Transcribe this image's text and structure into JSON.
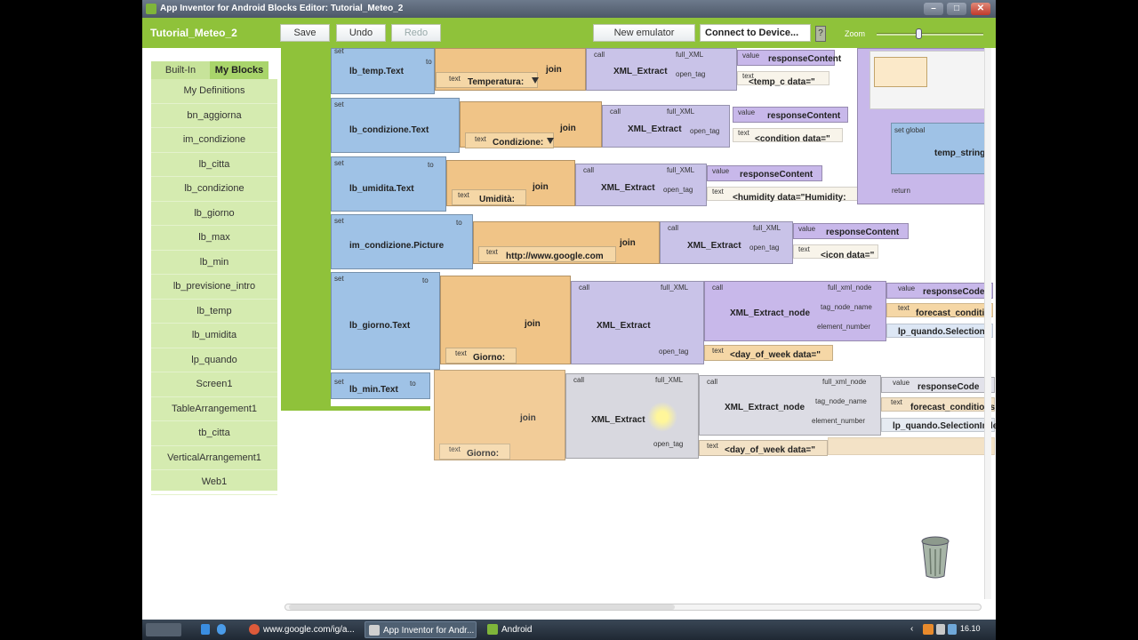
{
  "window": {
    "title": "App Inventor for Android Blocks Editor: Tutorial_Meteo_2"
  },
  "toolbar": {
    "project_name": "Tutorial_Meteo_2",
    "save": "Save",
    "undo": "Undo",
    "redo": "Redo",
    "new_emulator": "New emulator",
    "connect": "Connect to Device...",
    "help": "?",
    "zoom_label": "Zoom"
  },
  "tabs": {
    "builtin": "Built-In",
    "myblocks": "My Blocks"
  },
  "drawer": [
    "My Definitions",
    "bn_aggiorna",
    "im_condizione",
    "lb_citta",
    "lb_condizione",
    "lb_giorno",
    "lb_max",
    "lb_min",
    "lb_previsione_intro",
    "lb_temp",
    "lb_umidita",
    "lp_quando",
    "Screen1",
    "TableArrangement1",
    "tb_citta",
    "VerticalArrangement1",
    "Web1"
  ],
  "blocks": {
    "set": "set",
    "to": "to",
    "join": "join",
    "call": "call",
    "text": "text",
    "value": "value",
    "full_xml": "full_XML",
    "open_tag": "open_tag",
    "full_xml_node": "full_xml_node",
    "tag_node_name": "tag_node_name",
    "element_number": "element_number",
    "xml_extract": "XML_Extract",
    "xml_extract_node": "XML_Extract_node",
    "response_content": "responseContent",
    "response_code": "responseCode",
    "row1": {
      "target": "lb_temp.Text",
      "label": "Temperatura:",
      "tag": "<temp_c data=\""
    },
    "row2": {
      "target": "lb_condizione.Text",
      "label": "Condizione:",
      "tag": "<condition data=\""
    },
    "row3": {
      "target": "lb_umidita.Text",
      "label": "Umidità:",
      "tag": "<humidity data=\"Humidity:"
    },
    "row4": {
      "target": "im_condizione.Picture",
      "label": "http://www.google.com",
      "tag": "<icon data=\""
    },
    "row5": {
      "target": "lb_giorno.Text",
      "label": "Giorno:",
      "tag": "<day_of_week data=\"",
      "node": "forecast_conditi",
      "sel": "lp_quando.Selection"
    },
    "row6": {
      "target": "lb_min.Text",
      "label": "Giorno:",
      "tag": "<day_of_week data=\"",
      "node": "forecast_conditions",
      "sel": "lp_quando.SelectionInde"
    },
    "global": {
      "set_global": "set global",
      "name": "temp_string",
      "return": "return"
    }
  },
  "taskbar": {
    "chrome": "www.google.com/ig/a...",
    "appinventor": "App Inventor for Andr...",
    "android": "Android",
    "clock": "16.10"
  }
}
